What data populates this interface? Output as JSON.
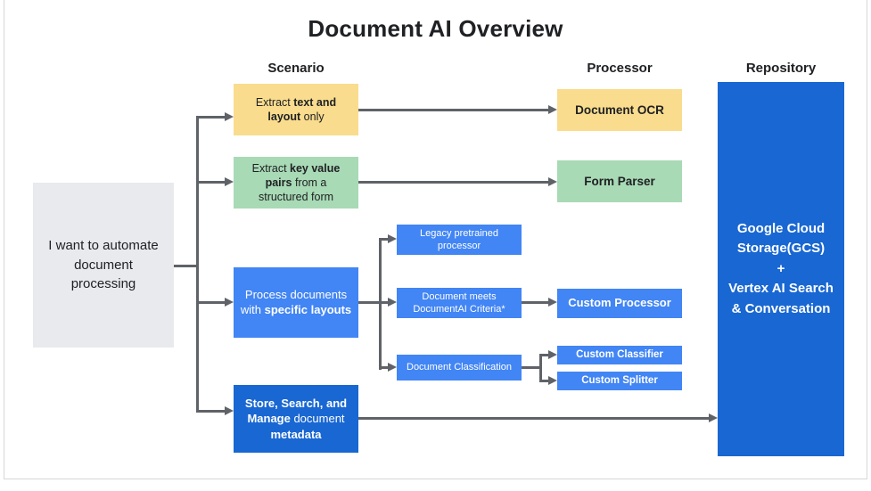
{
  "title": "Document AI Overview",
  "column_headers": {
    "scenario": "Scenario",
    "processor": "Processor",
    "repository": "Repository"
  },
  "colors": {
    "yellow": "#F9DC8D",
    "green": "#A8DAB5",
    "blue": "#4285F4",
    "dark_blue": "#1967D2",
    "gray_box": "#E8EAED",
    "arrow": "#5F6368",
    "text_dark": "#202124",
    "frame_border": "#D7D7DA"
  },
  "start_node": {
    "text": "I want to automate document processing"
  },
  "scenarios": {
    "extract_text": {
      "segments": [
        {
          "t": "Extract ",
          "b": false
        },
        {
          "t": "text and layout",
          "b": true
        },
        {
          "t": " only",
          "b": false
        }
      ]
    },
    "extract_kv": {
      "segments": [
        {
          "t": "Extract ",
          "b": false
        },
        {
          "t": "key value pairs",
          "b": true
        },
        {
          "t": " from a structured form",
          "b": false
        }
      ]
    },
    "specific_layouts": {
      "segments": [
        {
          "t": "Process documents with ",
          "b": false
        },
        {
          "t": "specific layouts",
          "b": true
        }
      ]
    },
    "store_search": {
      "segments": [
        {
          "t": "Store, Search, and Manage",
          "b": true
        },
        {
          "t": " document ",
          "b": false
        },
        {
          "t": "metadata",
          "b": true
        }
      ]
    }
  },
  "sub_nodes": {
    "legacy": "Legacy pretrained processor",
    "criteria": "Document meets DocumentAI Criteria*",
    "classification": "Document Classification"
  },
  "processors": {
    "document_ocr": "Document OCR",
    "form_parser": "Form Parser",
    "custom_processor": "Custom Processor",
    "custom_classifier": "Custom Classifier",
    "custom_splitter": "Custom Splitter"
  },
  "repository": {
    "lines": [
      "Google Cloud Storage(GCS)",
      "+",
      "Vertex AI Search & Conversation"
    ]
  }
}
